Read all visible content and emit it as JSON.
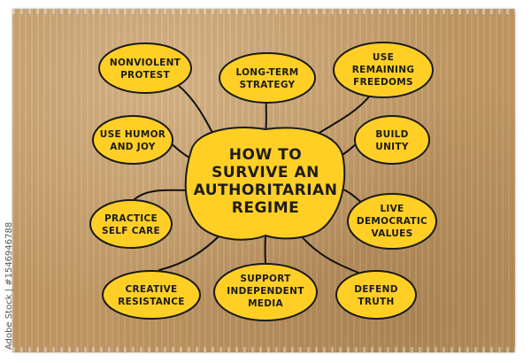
{
  "central": {
    "line1": "HOW TO",
    "line2": "SURVIVE AN",
    "line3": "AUTHORITARIAN",
    "line4": "REGIME"
  },
  "nodes": [
    {
      "lines": [
        "NONVIOLENT",
        "PROTEST"
      ]
    },
    {
      "lines": [
        "LONG-TERM",
        "STRATEGY"
      ]
    },
    {
      "lines": [
        "USE",
        "REMAINING",
        "FREEDOMS"
      ]
    },
    {
      "lines": [
        "USE HUMOR",
        "AND JOY"
      ]
    },
    {
      "lines": [
        "BUILD",
        "UNITY"
      ]
    },
    {
      "lines": [
        "PRACTICE",
        "SELF CARE"
      ]
    },
    {
      "lines": [
        "LIVE",
        "DEMOCRATIC",
        "VALUES"
      ]
    },
    {
      "lines": [
        "CREATIVE",
        "RESISTANCE"
      ]
    },
    {
      "lines": [
        "SUPPORT",
        "INDEPENDENT",
        "MEDIA"
      ]
    },
    {
      "lines": [
        "DEFEND",
        "TRUTH"
      ]
    }
  ],
  "stock_id": "Adobe Stock | #1546946788",
  "colors": {
    "bubble": "#ffcf26",
    "cardboard": "#c39a66",
    "ink": "#1c1c1c"
  }
}
